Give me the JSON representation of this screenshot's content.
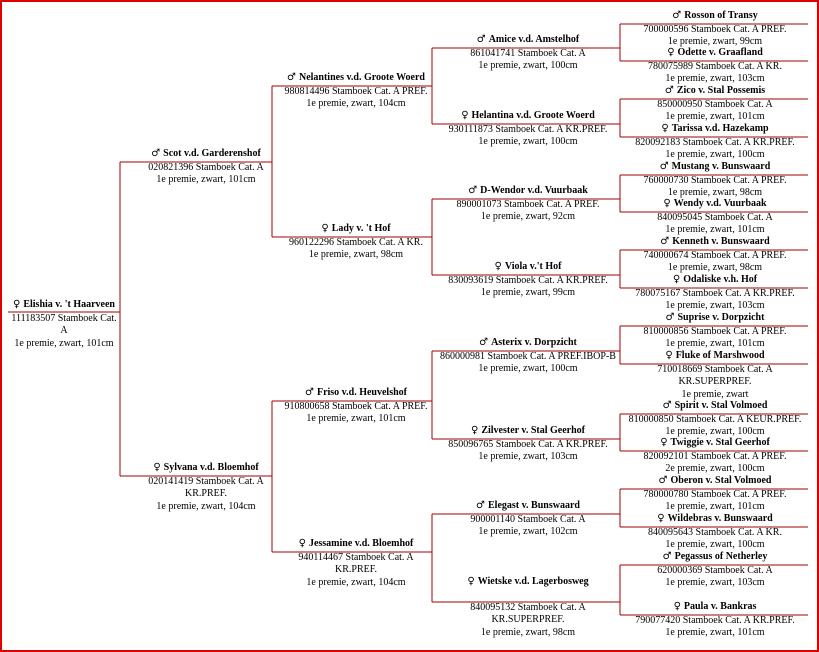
{
  "nodes": [
    {
      "id": "n0",
      "sex": "f",
      "name": "Elishia v. 't Haarveen",
      "reg": "111183507 Stamboek Cat. A",
      "premie": "1e premie, zwart, 101cm"
    },
    {
      "id": "n1",
      "sex": "m",
      "name": "Scot v.d. Garderenshof",
      "reg": "020821396 Stamboek Cat. A",
      "premie": "1e premie, zwart, 101cm"
    },
    {
      "id": "n2",
      "sex": "f",
      "name": "Sylvana v.d. Bloemhof",
      "reg": "020141419 Stamboek Cat. A KR.PREF.",
      "premie": "1e premie, zwart, 104cm"
    },
    {
      "id": "n3",
      "sex": "m",
      "name": "Nelantines v.d. Groote Woerd",
      "reg": "980814496 Stamboek Cat. A PREF.",
      "premie": "1e premie, zwart, 104cm"
    },
    {
      "id": "n4",
      "sex": "f",
      "name": "Lady v. 't Hof",
      "reg": "960122296 Stamboek Cat. A KR.",
      "premie": "1e premie, zwart, 98cm"
    },
    {
      "id": "n5",
      "sex": "m",
      "name": "Friso v.d. Heuvelshof",
      "reg": "910800658 Stamboek Cat. A PREF.",
      "premie": "1e premie, zwart, 101cm"
    },
    {
      "id": "n6",
      "sex": "f",
      "name": "Jessamine v.d. Bloemhof",
      "reg": "940114467 Stamboek Cat. A KR.PREF.",
      "premie": "1e premie, zwart, 104cm"
    },
    {
      "id": "n7",
      "sex": "m",
      "name": "Amice v.d. Amstelhof",
      "reg": "861041741 Stamboek Cat. A",
      "premie": "1e premie, zwart, 100cm"
    },
    {
      "id": "n8",
      "sex": "f",
      "name": "Helantina v.d. Groote Woerd",
      "reg": "930111873 Stamboek Cat. A KR.PREF.",
      "premie": "1e premie, zwart, 100cm"
    },
    {
      "id": "n9",
      "sex": "m",
      "name": "D-Wendor v.d. Vuurbaak",
      "reg": "890001073 Stamboek Cat. A PREF.",
      "premie": "1e premie, zwart, 92cm"
    },
    {
      "id": "n10",
      "sex": "f",
      "name": "Viola v.'t Hof",
      "reg": "830093619 Stamboek Cat. A KR.PREF.",
      "premie": "1e premie, zwart, 99cm"
    },
    {
      "id": "n11",
      "sex": "m",
      "name": "Asterix v. Dorpzicht",
      "reg": "860000981 Stamboek Cat. A PREF.IBOP-B",
      "premie": "1e premie, zwart, 100cm"
    },
    {
      "id": "n12",
      "sex": "f",
      "name": "Zilvester v. Stal Geerhof",
      "reg": "850096765 Stamboek Cat. A KR.PREF.",
      "premie": "1e premie, zwart, 103cm"
    },
    {
      "id": "n13",
      "sex": "m",
      "name": "Elegast v. Bunswaard",
      "reg": "900001140 Stamboek Cat. A",
      "premie": "1e premie, zwart, 102cm"
    },
    {
      "id": "n14",
      "sex": "f",
      "name": "Wietske v.d. Lagerbosweg",
      "reg": "840095132 Stamboek Cat. A KR.SUPERPREF.",
      "premie": "1e premie, zwart, 98cm"
    },
    {
      "id": "n15",
      "sex": "m",
      "name": "Rosson of Transy",
      "reg": "700000596 Stamboek Cat. A PREF.",
      "premie": "1e premie, zwart, 99cm"
    },
    {
      "id": "n16",
      "sex": "f",
      "name": "Odette v. Graafland",
      "reg": "780075989 Stamboek Cat. A KR.",
      "premie": "1e premie, zwart, 103cm"
    },
    {
      "id": "n17",
      "sex": "m",
      "name": "Zico v. Stal Possemis",
      "reg": "850000950 Stamboek Cat. A",
      "premie": "1e premie, zwart, 101cm"
    },
    {
      "id": "n18",
      "sex": "f",
      "name": "Tarissa v.d. Hazekamp",
      "reg": "820092183 Stamboek Cat. A KR.PREF.",
      "premie": "1e premie, zwart, 100cm"
    },
    {
      "id": "n19",
      "sex": "m",
      "name": "Mustang v. Bunswaard",
      "reg": "760000730 Stamboek Cat. A PREF.",
      "premie": "1e premie, zwart, 98cm"
    },
    {
      "id": "n20",
      "sex": "f",
      "name": "Wendy v.d. Vuurbaak",
      "reg": "840095045 Stamboek Cat. A",
      "premie": "1e premie, zwart, 101cm"
    },
    {
      "id": "n21",
      "sex": "m",
      "name": "Kenneth v. Bunswaard",
      "reg": "740000674 Stamboek Cat. A PREF.",
      "premie": "1e premie, zwart, 98cm"
    },
    {
      "id": "n22",
      "sex": "f",
      "name": "Odaliske v.h. Hof",
      "reg": "780075167 Stamboek Cat. A KR.PREF.",
      "premie": "1e premie, zwart, 103cm"
    },
    {
      "id": "n23",
      "sex": "m",
      "name": "Suprise v. Dorpzicht",
      "reg": "810000856 Stamboek Cat. A PREF.",
      "premie": "1e premie, zwart, 101cm"
    },
    {
      "id": "n24",
      "sex": "f",
      "name": "Fluke of Marshwood",
      "reg": "710018669 Stamboek Cat. A KR.SUPERPREF.",
      "premie": "1e premie, zwart"
    },
    {
      "id": "n25",
      "sex": "m",
      "name": "Spirit v. Stal Volmoed",
      "reg": "810000850 Stamboek Cat. A KEUR.PREF.",
      "premie": "1e premie, zwart, 100cm"
    },
    {
      "id": "n26",
      "sex": "f",
      "name": "Twiggie v. Stal Geerhof",
      "reg": "820092101 Stamboek Cat. A PREF.",
      "premie": "2e premie, zwart, 100cm"
    },
    {
      "id": "n27",
      "sex": "m",
      "name": "Oberon v. Stal Volmoed",
      "reg": "780000780 Stamboek Cat. A PREF.",
      "premie": "1e premie, zwart, 101cm"
    },
    {
      "id": "n28",
      "sex": "f",
      "name": "Wildebras v. Bunswaard",
      "reg": "840095643 Stamboek Cat. A KR.",
      "premie": "1e premie, zwart, 100cm"
    },
    {
      "id": "n29",
      "sex": "m",
      "name": "Pegassus of Netherley",
      "reg": "620000369 Stamboek Cat. A",
      "premie": "1e premie, zwart, 103cm"
    },
    {
      "id": "n30",
      "sex": "f",
      "name": "Paula v. Bankras",
      "reg": "790077420 Stamboek Cat. A KR.PREF.",
      "premie": "1e premie, zwart, 101cm"
    }
  ]
}
